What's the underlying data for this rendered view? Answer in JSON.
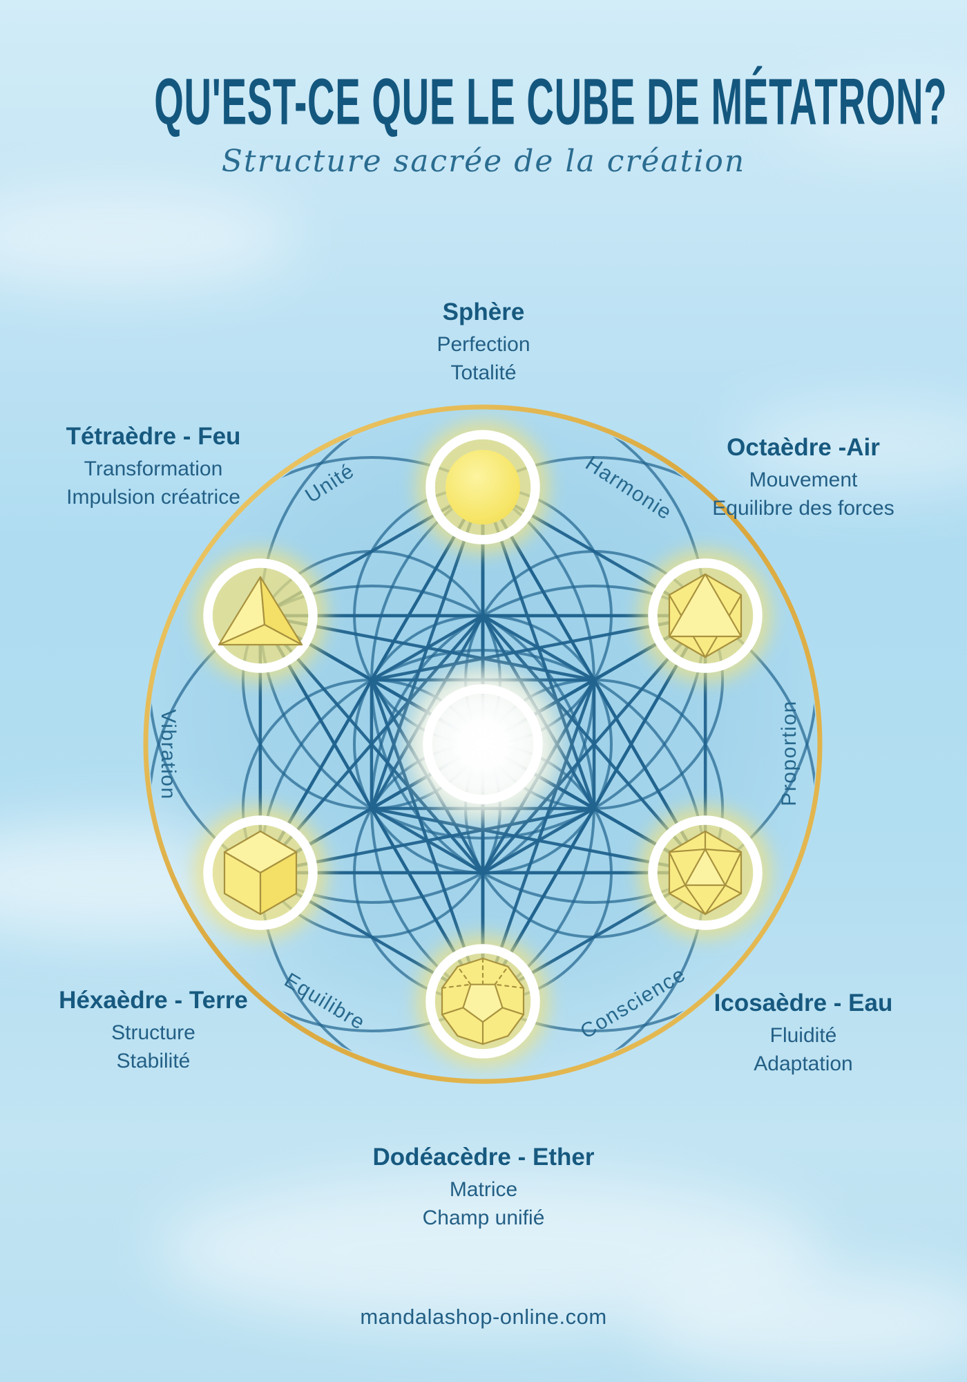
{
  "header": {
    "title": "QU'EST-CE QUE LE CUBE DE MÉTATRON?",
    "subtitle": "Structure sacrée de la création"
  },
  "footer": {
    "website": "mandalashop-online.com"
  },
  "diagram": {
    "ring_words": [
      "Unité",
      "Harmonie",
      "Vibration",
      "Proportion",
      "Equilibre",
      "Conscience"
    ],
    "nodes": [
      {
        "shape": "sphere",
        "name": "Sphère",
        "attributes": [
          "Perfection",
          "Totalité"
        ]
      },
      {
        "shape": "tetrahedron",
        "name": "Tétraèdre - Feu",
        "attributes": [
          "Transformation",
          "Impulsion créatrice"
        ]
      },
      {
        "shape": "octahedron",
        "name": "Octaèdre -Air",
        "attributes": [
          "Mouvement",
          "Equilibre des forces"
        ]
      },
      {
        "shape": "hexahedron",
        "name": "Héxaèdre - Terre",
        "attributes": [
          "Structure",
          "Stabilité"
        ]
      },
      {
        "shape": "icosahedron",
        "name": "Icosaèdre - Eau",
        "attributes": [
          "Fluidité",
          "Adaptation"
        ]
      },
      {
        "shape": "dodecahedron",
        "name": "Dodéacèdre - Ether",
        "attributes": [
          "Matrice",
          "Champ unifié"
        ]
      }
    ]
  },
  "colors": {
    "title": "#14577E",
    "heading": "#17597F",
    "body": "#235F85",
    "word": "#27688D",
    "script": "#2A6C90",
    "line": "#21648F",
    "ring": "#FFFFFF",
    "shape-stroke": "#A8923F",
    "shape-fill": "#F9EB84",
    "glow-yellow": "#F3E27D",
    "gold": "#D9A63C",
    "gold-light": "#F0CE6F",
    "sky": "#AFDCF1"
  }
}
